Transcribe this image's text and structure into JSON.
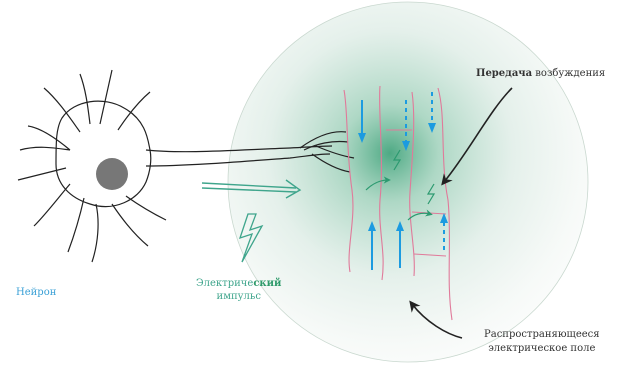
{
  "labels": {
    "neuron": "Нейрон",
    "impulse_line1_a": "Электриче",
    "impulse_line1_b": "ский",
    "impulse_line2": "импульс",
    "transfer_bold": "Передача",
    "transfer_rest": " возбуждения",
    "field_line1": "Распространяющееся",
    "field_line2": "электрическое поле"
  },
  "colors": {
    "neuron_stroke": "#222222",
    "nucleus": "#777777",
    "axon_lines": "#222222",
    "impulse_arrow": "#3fa58c",
    "membrane": "#e07a9a",
    "blue_arrow": "#1c9be0",
    "green_arrow": "#2c9a70",
    "field_center": "#2e9a6e"
  },
  "icons": {
    "impulse": "lightning-bolt-icon",
    "arrow": "curved-arrow-icon"
  }
}
